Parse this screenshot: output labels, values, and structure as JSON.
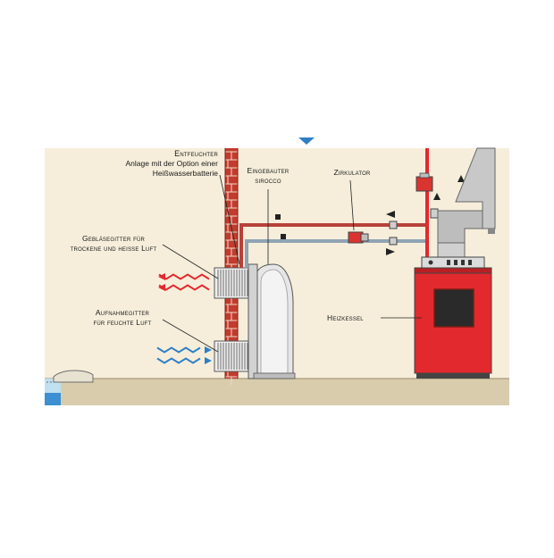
{
  "labels": {
    "entfeuchter_title": "Entfeuchter",
    "entfeuchter_line2": "Anlage mit der Option einer",
    "entfeuchter_line3": "Heißwasserbatterie",
    "sirocco_line1": "Eingebauter",
    "sirocco_line2": "sirocco",
    "zirkulator": "Zirkulator",
    "geblaese_line1": "Gebläsegitter für",
    "geblaese_line2": "trockene und heisse Luft",
    "aufnahme_line1": "Aufnahmegitter",
    "aufnahme_line2": "für feuchte Luft",
    "heizkessel": "Heizkessel"
  },
  "colors": {
    "background": "#f6eedb",
    "floor": "#d8ccac",
    "brick": "#c23b2e",
    "boiler": "#e2292e",
    "hot_pipe": "#b8413a",
    "cold_pipe": "#8fa3b3",
    "hot_air": "#e2292e",
    "humid_air": "#2e7fc4",
    "flue": "#c8c8c8"
  }
}
